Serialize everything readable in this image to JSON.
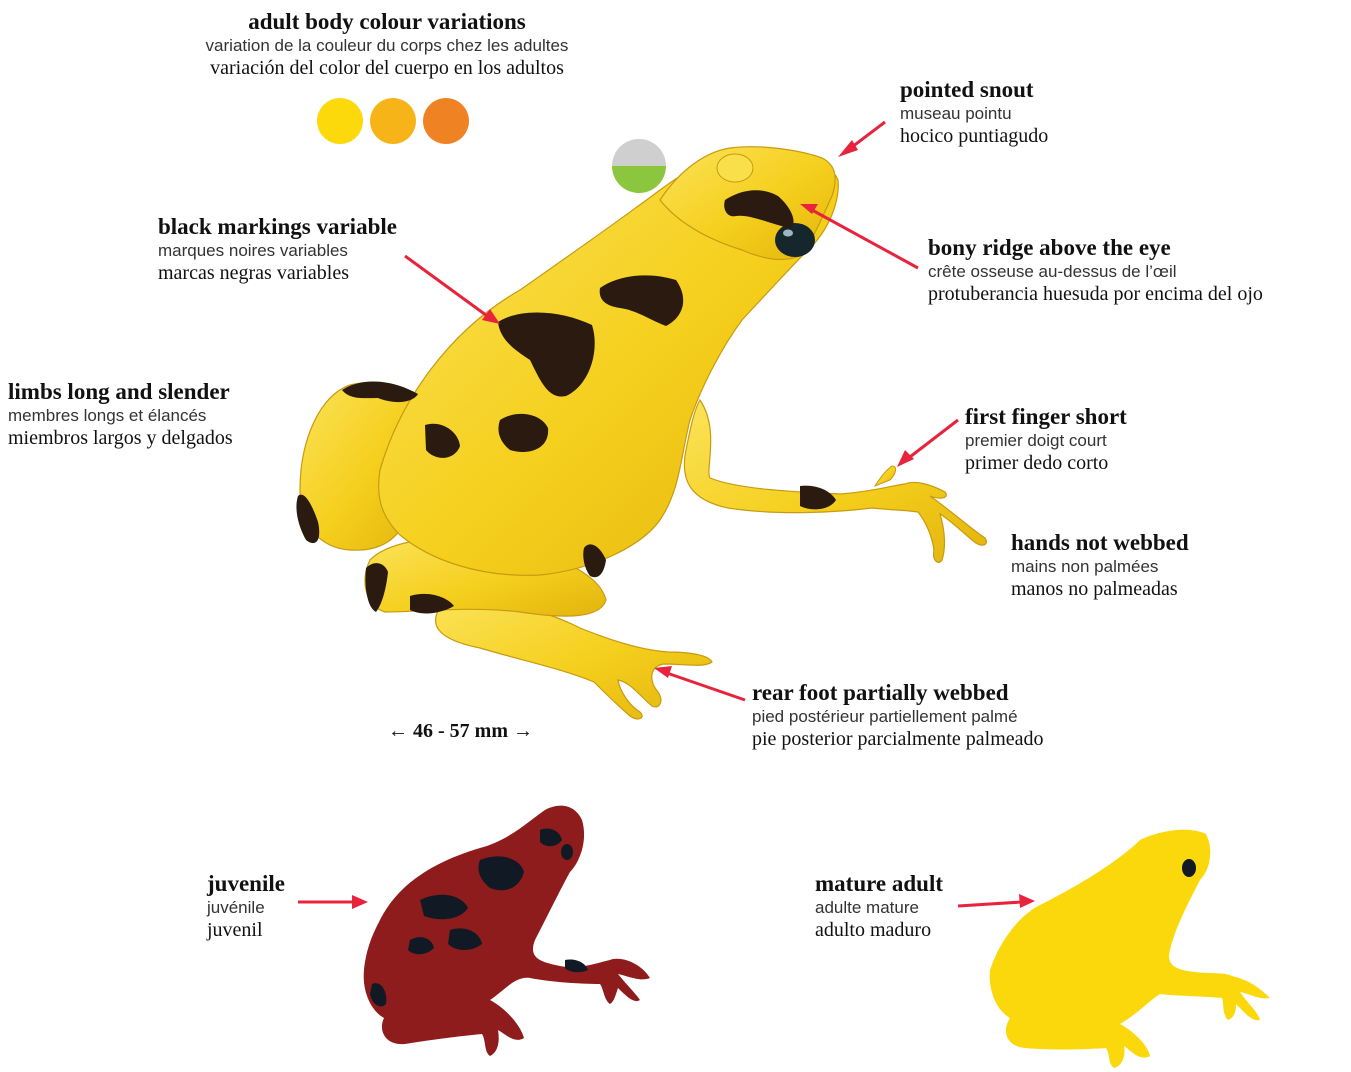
{
  "colors": {
    "arrow": "#e8243c",
    "adult_yellow": "#f7d51b",
    "black_marking": "#2a1a10",
    "juvenile_red": "#8e1c1c",
    "juvenile_marking": "#111a24",
    "mature_yellow": "#fbd80c",
    "habitat_top": "#cfcfcf",
    "habitat_bottom": "#8cc63f"
  },
  "swatches": [
    "#fcd90a",
    "#f6b419",
    "#ef8324"
  ],
  "title": {
    "en": "adult body colour variations",
    "fr": "variation de la couleur du corps chez les adultes",
    "es": "variación del color del cuerpo en los adultos"
  },
  "labels": {
    "snout": {
      "en": "pointed snout",
      "fr": "museau pointu",
      "es": "hocico puntiagudo"
    },
    "ridge": {
      "en": "bony ridge above the eye",
      "fr": "crête osseuse au-dessus de l’œil",
      "es": "protuberancia huesuda por encima del ojo"
    },
    "markings": {
      "en": "black markings variable",
      "fr": "marques noires variables",
      "es": "marcas negras variables"
    },
    "limbs": {
      "en": "limbs long and slender",
      "fr": "membres longs et élancés",
      "es": "miembros largos y delgados"
    },
    "finger": {
      "en": "first finger short",
      "fr": "premier doigt court",
      "es": "primer dedo corto"
    },
    "hands": {
      "en": "hands not webbed",
      "fr": "mains non palmées",
      "es": "manos no palmeadas"
    },
    "foot": {
      "en": "rear foot partially webbed",
      "fr": "pied postérieur partiellement palmé",
      "es": "pie posterior parcialmente palmeado"
    },
    "juvenile": {
      "en": "juvenile",
      "fr": "juvénile",
      "es": "juvenil"
    },
    "mature": {
      "en": "mature adult",
      "fr": "adulte mature",
      "es": "adulto maduro"
    }
  },
  "measurement": "← 46 - 57 mm →"
}
